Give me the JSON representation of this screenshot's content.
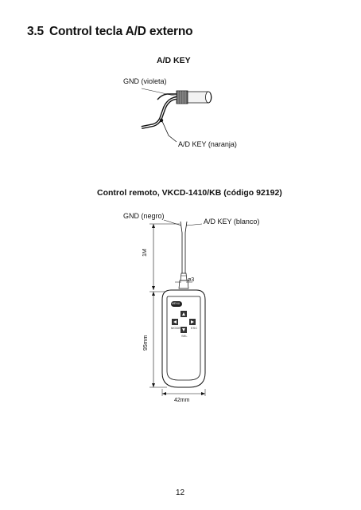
{
  "section": {
    "number": "3.5",
    "title": "Control tecla A/D externo"
  },
  "cable_figure": {
    "title": "A/D KEY",
    "gnd_label": "GND (violeta)",
    "key_label": "A/D KEY (naranja)"
  },
  "remote_figure": {
    "title": "Control remoto, VKCD-1410/KB (código 92192)",
    "gnd_label": "GND (negro)",
    "key_label": "A/D KEY (blanco)",
    "cable_length": "1M",
    "diameter": "ø3",
    "height": "95mm",
    "width": "42mm",
    "buttons": {
      "top": "MENU",
      "left_caption": "MODE",
      "right_caption": "ESC",
      "bottom_caption": "SEL"
    }
  },
  "page_number": "12"
}
